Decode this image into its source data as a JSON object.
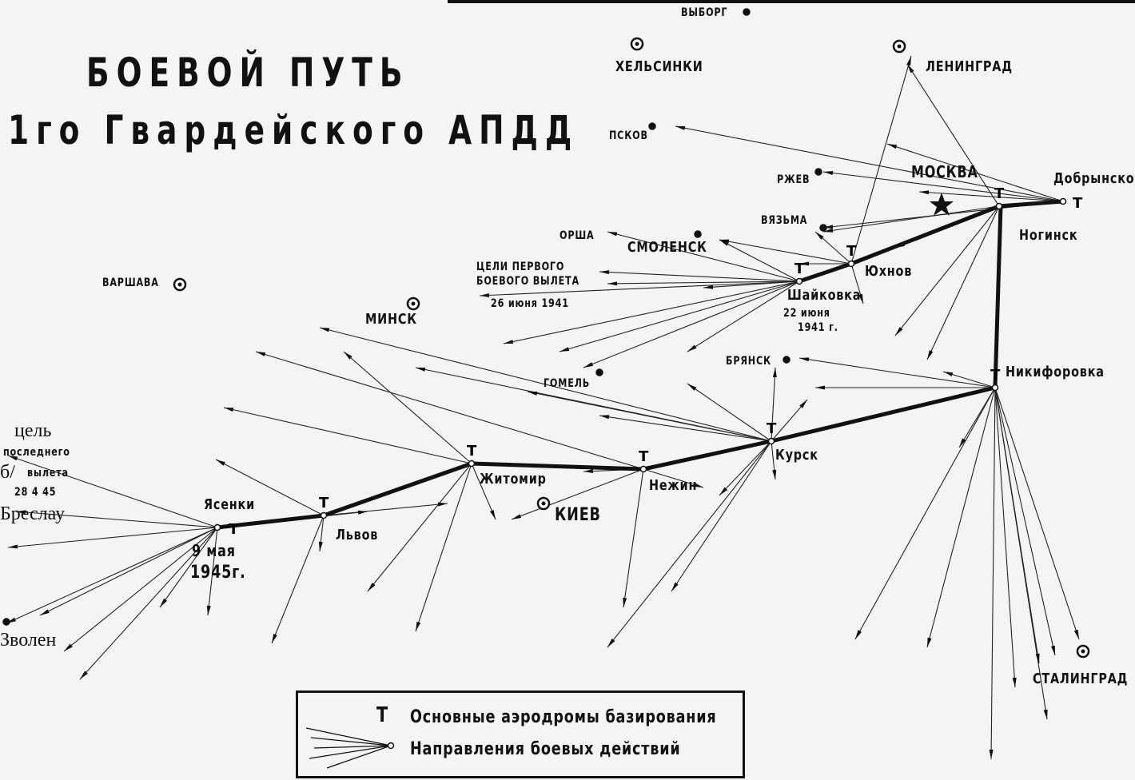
{
  "title": {
    "line1": "БОЕВОЙ ПУТЬ",
    "line2": "1го Гвардейского АПДД"
  },
  "cities": {
    "vyborg": "ВЫБОРГ",
    "helsinki": "ХЕЛЬСИНКИ",
    "leningrad": "ЛЕНИНГРАД",
    "pskov": "ПСКОВ",
    "rzhev": "РЖЕВ",
    "moskva": "МОСКВА",
    "dobrynskoe": "Добрынское",
    "noginsk": "Ногинск",
    "vyazma": "ВЯЗЬМА",
    "orsha": "ОРША",
    "smolensk": "СМОЛЕНСК",
    "yukhnov": "Юхнов",
    "shaikovka": "Шайковка",
    "varshava": "ВАРШАВА",
    "minsk": "МИНСК",
    "bryansk": "БРЯНСК",
    "gomel": "ГОМЕЛЬ",
    "nikiforovka": "Никифоровка",
    "kursk": "Курск",
    "nezhin": "Нежин",
    "zhitomir": "Житомир",
    "kiev": "КИЕВ",
    "lvov": "Львов",
    "yasenki": "Ясенки",
    "stalingrad": "СТАЛИНГРАД",
    "breslau": "Бреслау",
    "zvolen": "Зволен"
  },
  "annotations": {
    "shaikovka_date1": "22 июня",
    "shaikovka_date2": "1941 г.",
    "first_target1": "ЦЕЛИ ПЕРВОГО",
    "first_target2": "БОЕВОГО ВЫЛЕТА",
    "first_target3": "26 июня 1941",
    "last_target1": "цель",
    "last_target2": "последнего",
    "last_target3": "б/",
    "last_target4": "вылета",
    "last_target5": "28 4 45",
    "yasenki_date1": "9 мая",
    "yasenki_date2": "1945г."
  },
  "legend": {
    "base_symbol": "Т",
    "base_label": "Основные аэродромы базирования",
    "directions_label": "Направления боевых действий"
  }
}
